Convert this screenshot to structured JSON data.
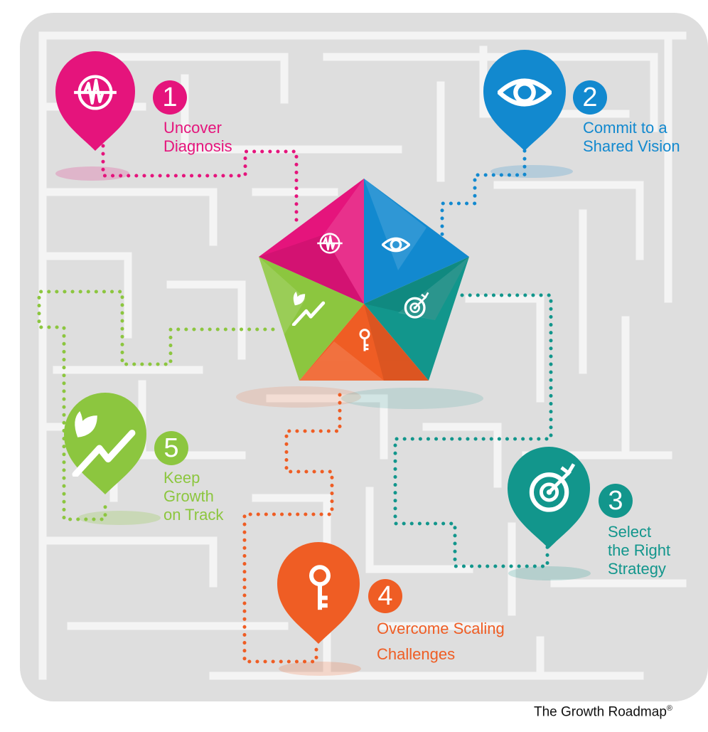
{
  "colors": {
    "pink": "#e5147c",
    "blue": "#1289cf",
    "teal": "#12968c",
    "orange": "#ef5d24",
    "green": "#8cc63f",
    "maze_bg": "#dedede",
    "maze_walls": "#f4f4f4"
  },
  "steps": [
    {
      "number": "1",
      "label": "Uncover\nDiagnosis",
      "color": "#e5147c",
      "icon": "pulse-icon"
    },
    {
      "number": "2",
      "label": "Commit to a\nShared Vision",
      "color": "#1289cf",
      "icon": "eye-icon"
    },
    {
      "number": "3",
      "label": "Select\nthe Right\nStrategy",
      "color": "#12968c",
      "icon": "target-icon"
    },
    {
      "number": "4",
      "label": "Overcome Scaling\nChallenges",
      "color": "#ef5d24",
      "icon": "key-icon"
    },
    {
      "number": "5",
      "label": "Keep\nGrowth\non Track",
      "color": "#8cc63f",
      "icon": "growth-icon"
    }
  ],
  "footer": {
    "brand": "The Growth Roadmap",
    "mark": "®"
  }
}
